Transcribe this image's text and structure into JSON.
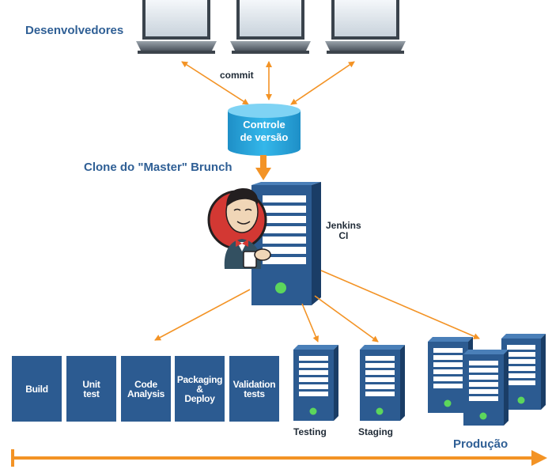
{
  "labels": {
    "developers": "Desenvolvedores",
    "commit": "commit",
    "version_control": "Controle\nde versão",
    "clone": "Clone do \"Master\" Brunch",
    "jenkins": "Jenkins\nCI",
    "testing": "Testing",
    "staging": "Staging",
    "production": "Produção"
  },
  "stages": [
    {
      "label": "Build"
    },
    {
      "label": "Unit\ntest"
    },
    {
      "label": "Code\nAnalysis"
    },
    {
      "label": "Packaging\n&\nDeploy"
    },
    {
      "label": "Validation\ntests"
    }
  ],
  "icons": {
    "laptop": "laptop-icon",
    "database": "database-icon",
    "jenkins": "jenkins-butler-icon",
    "server": "server-icon"
  },
  "colors": {
    "blue_dark": "#2c5b91",
    "blue_light": "#2aa9df",
    "orange": "#f39325",
    "green_led": "#5cd65c",
    "jenkins_red": "#d33833"
  }
}
